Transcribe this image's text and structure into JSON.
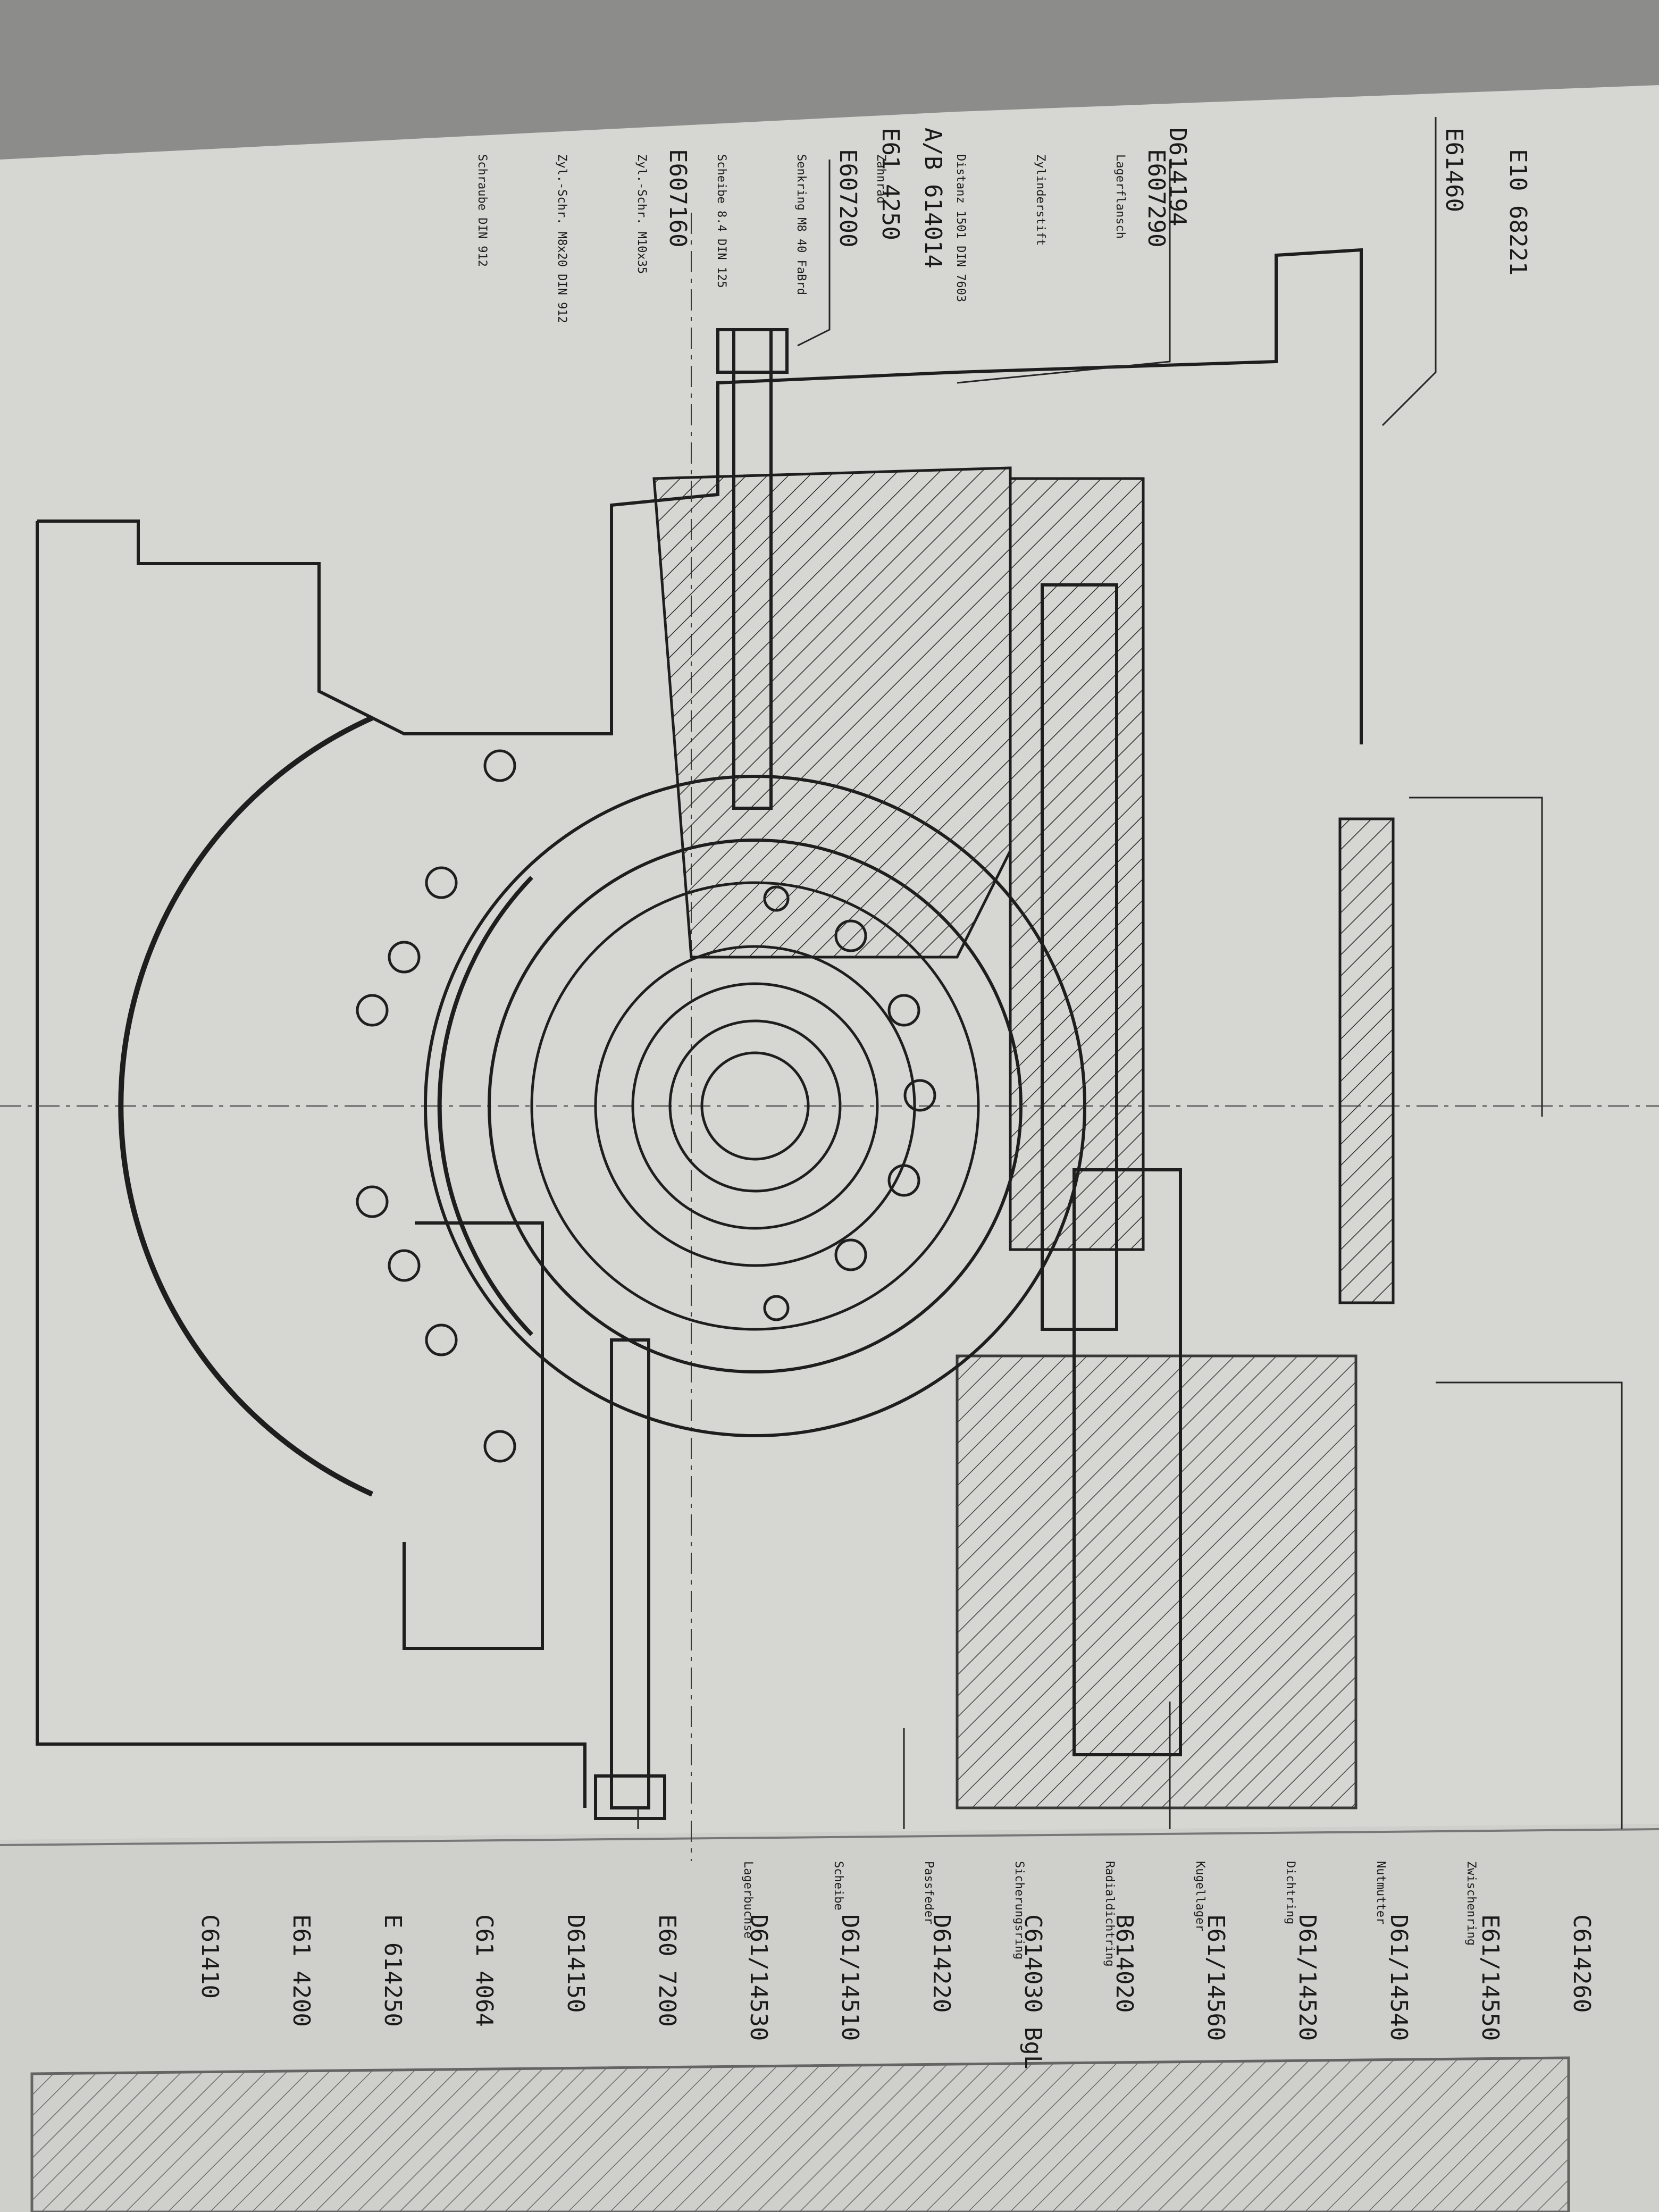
{
  "drawing": {
    "paper_color": "#dcdcda",
    "ink_color": "#1e1e1e",
    "background_color": "#8c8c8a"
  },
  "part_numbers": {
    "left_callouts": [
      "D614194",
      "E607290",
      "E61460",
      "E10 68221",
      "E61 4250",
      "E607200",
      "A/B 614014",
      "E607160",
      "C61410",
      "E61 4200",
      "E 614250",
      "C61 4064",
      "D614150",
      "E60 7200",
      "D61/14530",
      "D61/14510",
      "D614220",
      "C614030 BgL",
      "B614020",
      "E61/14560",
      "D61/14520",
      "D61/14540",
      "E61/14550",
      "C614260"
    ]
  },
  "small_text": {
    "left_notes": [
      "Schraube DIN 912",
      "Zyl.-Schr. M8x20 DIN 912",
      "Zyl.-Schr. M10x35",
      "Scheibe 8.4 DIN 125",
      "Senkring M8 40 FaBrd",
      "Zahnrad",
      "Distanz 1501 DIN 7603",
      "Zylinderstift",
      "Lagerflansch"
    ],
    "bottom_notes": [
      "Lagerbuchse",
      "Scheibe",
      "Passfeder",
      "Sicherungsring",
      "Radialdichtring",
      "Kugellager",
      "Dichtring",
      "Nutmutter",
      "Zwischenring"
    ]
  }
}
